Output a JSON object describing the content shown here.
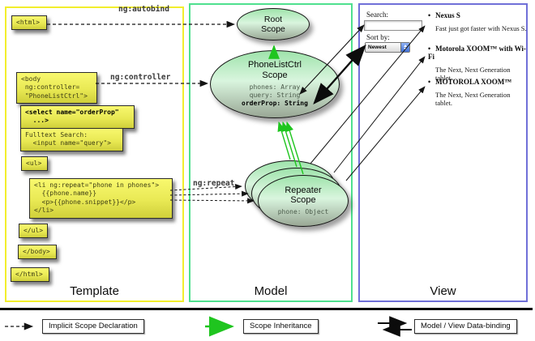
{
  "columns": {
    "template": "Template",
    "model": "Model",
    "view": "View"
  },
  "labels": {
    "ng_autobind": "ng:autobind",
    "ng_controller": "ng:controller",
    "ng_repeat": "ng:repeat"
  },
  "template_code": {
    "html_open": "<html>",
    "body_open": "<body\n ng:controller=\n \"PhoneListCtrl\">",
    "select": "<select name=\"orderProp\"\n  ...>",
    "fulltext": "Fulltext Search:\n  <input name=\"query\">",
    "ul_open": "<ul>",
    "li_repeat": "<li ng:repeat=\"phone in phones\">\n  {{phone.name}}\n  <p>{{phone.snippet}}</p>\n</li>",
    "ul_close": "</ul>",
    "body_close": "</body>",
    "html_close": "</html>"
  },
  "model": {
    "root_scope_title": "Root\nScope",
    "phonelistctrl_title": "PhoneListCtrl\nScope",
    "phonelistctrl_props": {
      "phones": "phones: Array",
      "query": "query: String",
      "orderprop": "orderProp: String"
    },
    "repeater_title": "Repeater\nScope",
    "repeater_prop": "phone: Object"
  },
  "view": {
    "search_label": "Search:",
    "sort_label": "Sort by:",
    "sort_value": "Newest",
    "items": [
      {
        "name": "Nexus S",
        "desc": "Fast just got faster with Nexus S."
      },
      {
        "name": "Motorola XOOM™ with Wi-Fi",
        "desc": "The Next, Next Generation tablet."
      },
      {
        "name": "MOTOROLA XOOM™",
        "desc": "The Next, Next Generation tablet."
      }
    ]
  },
  "legend": {
    "implicit": "Implicit Scope Declaration",
    "inheritance": "Scope Inheritance",
    "binding": "Model / View Data-binding"
  },
  "colors": {
    "template_border": "#f2ee2c",
    "model_border": "#4fe08e",
    "view_border": "#7070d8",
    "code_box_yellow": "#e9e954",
    "scope_fill_top": "#9fe3ab",
    "scope_fill_bottom": "#99a795",
    "inheritance_arrow_green": "#1fc51f"
  }
}
